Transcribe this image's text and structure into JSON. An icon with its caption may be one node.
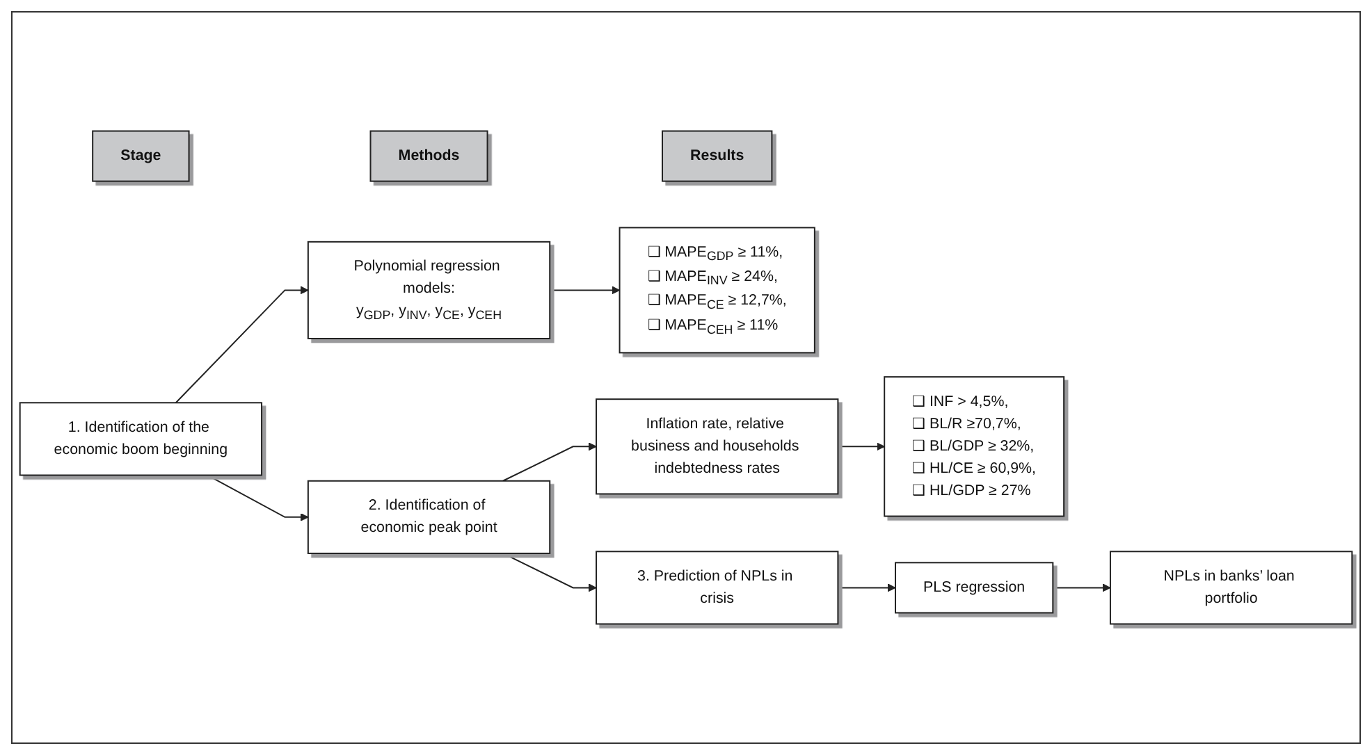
{
  "diagram": {
    "nodes": [
      {
        "text": [
          "Stage"
        ]
      },
      {
        "text": [
          "Methods"
        ]
      },
      {
        "text": [
          "Results"
        ]
      },
      {
        "text": [
          "1. Identification of the economic boom beginning"
        ]
      },
      {
        "text": [
          "Polynomial regression models:",
          "y$_{GDP}$, y$_{INV}$, y$_{CE}$, y$_{CEH}$"
        ]
      },
      {
        "text": [
          "❑ MAPE$_{GDP}$ ≥ 11%,",
          "❑ MAPE$_{INV}$ ≥ 24%,",
          "❑ MAPE$_{CE}$ ≥ 12,7%,",
          "❑ MAPE$_{CEH}$ ≥ 11%"
        ]
      },
      {
        "text": [
          "2. Identification of economic peak point"
        ]
      },
      {
        "text": [
          "Inflation rate, relative business and households indebtedness rates"
        ]
      },
      {
        "text": [
          "❑ INF > 4,5%,",
          "❑ BL/R ≥70,7%,",
          "❑ BL/GDP ≥ 32%,",
          "❑ HL/CE ≥ 60,9%,",
          "❑ HL/GDP ≥ 27%"
        ]
      },
      {
        "text": [
          "3. Prediction of NPLs in crisis"
        ]
      },
      {
        "text": [
          "PLS regression"
        ]
      },
      {
        "text": [
          "NPLs in banks’ loan portfolio"
        ]
      }
    ],
    "edges": [
      {
        "from": 3,
        "to": 4,
        "arrow": "to"
      },
      {
        "from": 4,
        "to": 5,
        "arrow": "to"
      },
      {
        "from": 3,
        "to": 6,
        "arrow": "to"
      },
      {
        "from": 6,
        "to": 7,
        "arrow": "to"
      },
      {
        "from": 7,
        "to": 8,
        "arrow": "to"
      },
      {
        "from": 6,
        "to": 9,
        "arrow": "to"
      },
      {
        "from": 9,
        "to": 10,
        "arrow": "to"
      },
      {
        "from": 10,
        "to": 11,
        "arrow": "to"
      }
    ]
  }
}
